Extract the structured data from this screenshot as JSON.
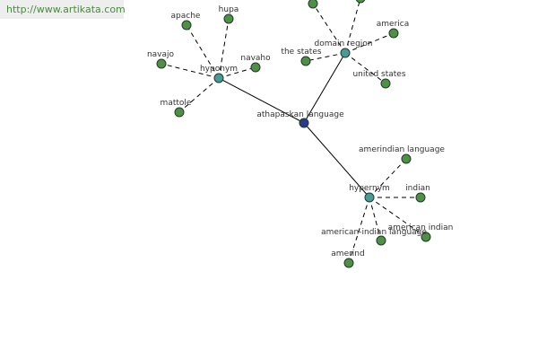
{
  "watermark": "http://www.artikata.com",
  "colors": {
    "center": "#2a3a8c",
    "hub": "#4a9a9a",
    "leaf": "#4f8f46"
  },
  "nodes": [
    {
      "id": "center",
      "label": "athapaskan language",
      "kind": "center"
    },
    {
      "id": "hyponym",
      "label": "hyponym",
      "kind": "hub"
    },
    {
      "id": "domain",
      "label": "domain region",
      "kind": "hub"
    },
    {
      "id": "hypernym",
      "label": "hypernym",
      "kind": "hub"
    },
    {
      "id": "apache",
      "label": "apache",
      "kind": "leaf"
    },
    {
      "id": "hupa",
      "label": "hupa",
      "kind": "leaf"
    },
    {
      "id": "navajo",
      "label": "navajo",
      "kind": "leaf"
    },
    {
      "id": "navaho",
      "label": "navaho",
      "kind": "leaf"
    },
    {
      "id": "mattole",
      "label": "mattole",
      "kind": "leaf"
    },
    {
      "id": "d1",
      "label": "",
      "kind": "leaf"
    },
    {
      "id": "d2",
      "label": "",
      "kind": "leaf"
    },
    {
      "id": "america",
      "label": "america",
      "kind": "leaf"
    },
    {
      "id": "thestates",
      "label": "the states",
      "kind": "leaf"
    },
    {
      "id": "unitedstates",
      "label": "united states",
      "kind": "leaf"
    },
    {
      "id": "amerindianlang",
      "label": "amerindian language",
      "kind": "leaf"
    },
    {
      "id": "indian",
      "label": "indian",
      "kind": "leaf"
    },
    {
      "id": "americanindian",
      "label": "american indian",
      "kind": "leaf"
    },
    {
      "id": "americanindianlang",
      "label": "american-indian language",
      "kind": "leaf"
    },
    {
      "id": "amerind",
      "label": "amerind",
      "kind": "leaf"
    }
  ],
  "edges": [
    {
      "from": "center",
      "to": "hyponym",
      "style": "solid"
    },
    {
      "from": "center",
      "to": "domain",
      "style": "solid"
    },
    {
      "from": "center",
      "to": "hypernym",
      "style": "solid"
    },
    {
      "from": "hyponym",
      "to": "apache",
      "style": "dashed"
    },
    {
      "from": "hyponym",
      "to": "hupa",
      "style": "dashed"
    },
    {
      "from": "hyponym",
      "to": "navajo",
      "style": "dashed"
    },
    {
      "from": "hyponym",
      "to": "navaho",
      "style": "dashed"
    },
    {
      "from": "hyponym",
      "to": "mattole",
      "style": "dashed"
    },
    {
      "from": "domain",
      "to": "d1",
      "style": "dashed"
    },
    {
      "from": "domain",
      "to": "d2",
      "style": "dashed"
    },
    {
      "from": "domain",
      "to": "america",
      "style": "dashed"
    },
    {
      "from": "domain",
      "to": "thestates",
      "style": "dashed"
    },
    {
      "from": "domain",
      "to": "unitedstates",
      "style": "dashed"
    },
    {
      "from": "hypernym",
      "to": "amerindianlang",
      "style": "dashed"
    },
    {
      "from": "hypernym",
      "to": "indian",
      "style": "dashed"
    },
    {
      "from": "hypernym",
      "to": "americanindian",
      "style": "dashed"
    },
    {
      "from": "hypernym",
      "to": "americanindianlang",
      "style": "dashed"
    },
    {
      "from": "hypernym",
      "to": "amerind",
      "style": "dashed"
    }
  ]
}
